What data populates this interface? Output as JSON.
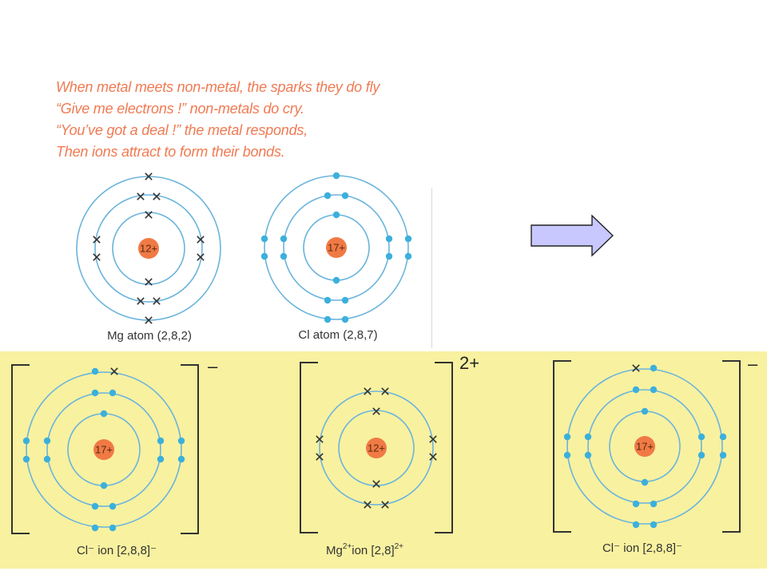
{
  "poem": {
    "line1": "When metal meets non-metal, the sparks they do fly",
    "line2": "“Give me electrons !” non-metals do cry.",
    "line3": "“You’ve got a deal !” the metal responds,",
    "line4": "Then ions attract to form their bonds."
  },
  "mg_atom": {
    "nucleus": "12+",
    "caption": "Mg atom (2,8,2)"
  },
  "cl_atom": {
    "nucleus": "17+",
    "caption": "Cl atom (2,8,7)"
  },
  "cl_ion_left": {
    "nucleus": "17+",
    "caption": "Cl⁻ ion [2,8,8]⁻",
    "charge": "–"
  },
  "mg_ion": {
    "nucleus": "12+",
    "caption_main": "Mg",
    "caption_sup": "2+",
    "caption_rest": "ion [2,8]",
    "caption_sup2": "2+",
    "charge": "2+"
  },
  "cl_ion_right": {
    "nucleus": "17+",
    "caption": "Cl⁻ ion [2,8,8]⁻",
    "charge": "–"
  },
  "colors": {
    "poem": "#f07a52",
    "shell": "#6ab4dc",
    "dot_electron": "#3bb0dc",
    "cross_electron": "#333333",
    "nucleus": "#f07a45",
    "arrow_fill": "#c8c8ff",
    "panel": "#f8f1a0"
  }
}
